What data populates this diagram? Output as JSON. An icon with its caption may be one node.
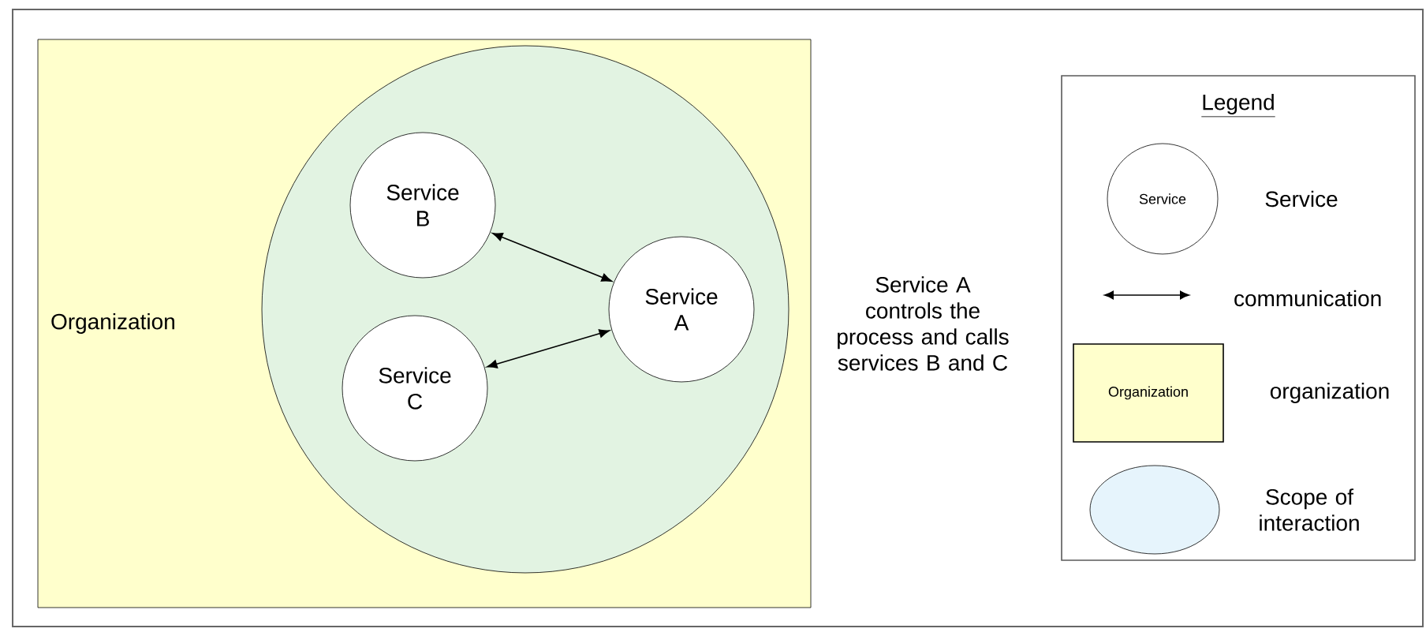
{
  "diagram": {
    "nodes": [
      {
        "text": [
          "Organization"
        ]
      },
      {
        "text": [],
        "shape": "circle",
        "in": 0
      },
      {
        "text": [
          "Service B"
        ],
        "in": 1
      },
      {
        "text": [
          "Service A"
        ],
        "in": 1
      },
      {
        "text": [
          "Service C"
        ],
        "in": 1
      }
    ],
    "edges": [
      {
        "from": 2,
        "to": 3,
        "arrow": "both"
      },
      {
        "from": 4,
        "to": 3,
        "arrow": "both"
      }
    ],
    "labels": [
      "Service A controls the process and calls services B and C",
      "Legend",
      "Service",
      "Organization"
    ],
    "legend": [
      {
        "text": "Service"
      },
      {
        "text": "communication"
      },
      {
        "text": "organization",
        "color": "#ffffcc"
      },
      {
        "text": "Scope of interaction",
        "color": "#e6f4fc"
      }
    ]
  }
}
